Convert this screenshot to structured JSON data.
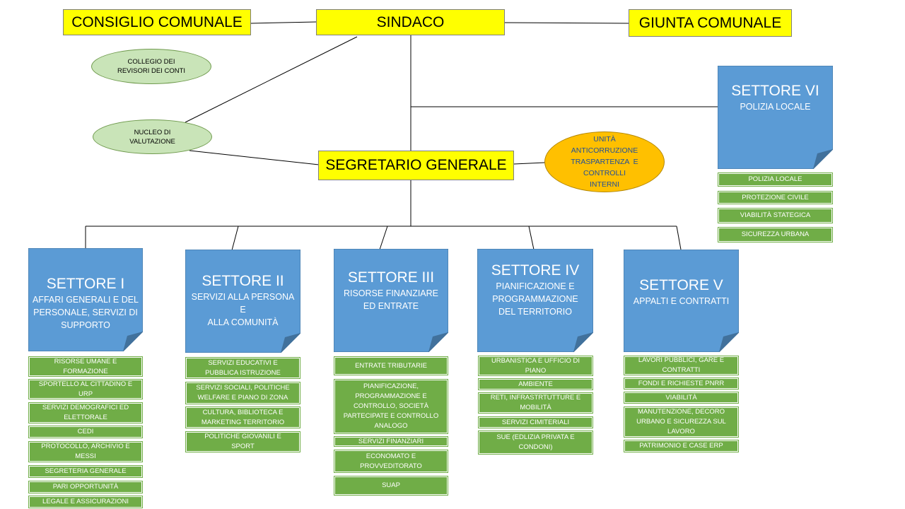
{
  "top": {
    "consiglio": "CONSIGLIO COMUNALE",
    "sindaco": "SINDACO",
    "giunta": "GIUNTA COMUNALE",
    "segretario": "SEGRETARIO GENERALE"
  },
  "ellipses": {
    "collegio": [
      "COLLEGIO DEI",
      "REVISORI DEI CONTI"
    ],
    "nucleo": [
      "NUCLEO DI",
      "VALUTAZIONE"
    ],
    "unita": [
      "UNITÀ",
      "ANTICORRUZIONE",
      "TRASPARTENZA  E",
      "CONTROLLI",
      "INTERNI"
    ]
  },
  "colors": {
    "yellow": "#ffff00",
    "blue": "#5b9bd5",
    "green": "#70ad47",
    "orange": "#ffc000",
    "ellipse": "#c9e4b8"
  },
  "settori": [
    {
      "title": "SETTORE I",
      "subtitle": [
        "AFFARI GENERALI E DEL",
        "PERSONALE, SERVIZI DI",
        "SUPPORTO"
      ],
      "services": [
        [
          "RISORSE UMANE E",
          "FORMAZIONE"
        ],
        [
          "SPORTELLO AL CITTADINO E",
          "URP"
        ],
        [
          "SERVIZI DEMOGRAFICI ED",
          "ELETTORALE"
        ],
        [
          "CEDI"
        ],
        [
          "PROTOCOLLO, ARCHIVIO E",
          "MESSI"
        ],
        [
          "SEGRETERIA GENERALE"
        ],
        [
          "PARI OPPORTUNITÀ"
        ],
        [
          "LEGALE E ASSICURAZIONI"
        ]
      ]
    },
    {
      "title": "SETTORE II",
      "subtitle": [
        "SERVIZI ALLA PERSONA E",
        "ALLA COMUNITÀ"
      ],
      "services": [
        [
          "SERVIZI EDUCATIVI E",
          "PUBBLICA ISTRUZIONE"
        ],
        [
          "SERVIZI SOCIALI, POLITICHE",
          "WELFARE E PIANO DI ZONA"
        ],
        [
          "CULTURA, BIBLIOTECA E",
          "MARKETING TERRITORIO"
        ],
        [
          "POLITICHE GIOVANILI E",
          "SPORT"
        ]
      ]
    },
    {
      "title": "SETTORE III",
      "subtitle": [
        "RISORSE FINANZIARE",
        "ED ENTRATE"
      ],
      "services": [
        [
          "ENTRATE TRIBUTARIE"
        ],
        [
          "PIANIFICAZIONE,",
          "PROGRAMMAZIONE E",
          "CONTROLLO, SOCIETÀ",
          "PARTECIPATE E CONTROLLO",
          "ANALOGO"
        ],
        [
          "SERVIZI FINANZIARI"
        ],
        [
          "ECONOMATO E",
          "PROVVEDITORATO"
        ],
        [
          "SUAP"
        ]
      ]
    },
    {
      "title": "SETTORE IV",
      "subtitle": [
        "PIANIFICAZIONE E",
        "PROGRAMMAZIONE",
        "DEL TERRITORIO"
      ],
      "services": [
        [
          "URBANISTICA E UFFICIO DI",
          "PIANO"
        ],
        [
          "AMBIENTE"
        ],
        [
          "RETI, INFRASTRTUTTURE E",
          "MOBILITÀ"
        ],
        [
          "SERVIZI CIMITERIALI"
        ],
        [
          "SUE (EDLIZIA PRIVATA E",
          "CONDONI)"
        ]
      ]
    },
    {
      "title": "SETTORE V",
      "subtitle": [
        "APPALTI E CONTRATTI"
      ],
      "services": [
        [
          "LAVORI PUBBLICI, GARE E",
          "CONTRATTI"
        ],
        [
          "FONDI E RICHIESTE PNRR"
        ],
        [
          "VIABILITÀ"
        ],
        [
          "MANUTENZIONE, DECORO",
          "URBANO E SICUREZZA SUL",
          "LAVORO"
        ],
        [
          "PATRIMONIO E CASE ERP"
        ]
      ]
    },
    {
      "title": "SETTORE VI",
      "subtitle": [
        "POLIZIA LOCALE"
      ],
      "services": [
        [
          "POLIZIA LOCALE"
        ],
        [
          "PROTEZIONE CIVILE"
        ],
        [
          "VIABILITÀ STATEGICA"
        ],
        [
          "SICUREZZA URBANA"
        ]
      ]
    }
  ]
}
